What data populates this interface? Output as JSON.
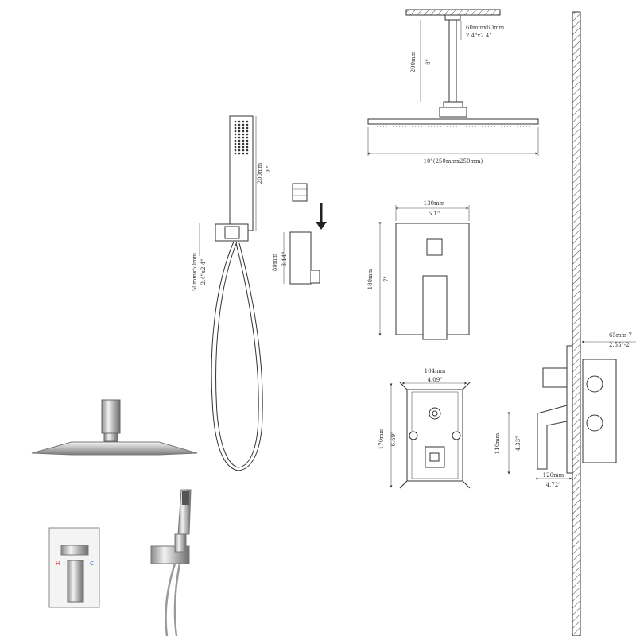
{
  "shower_head": {
    "arm_square": "60mmx60mm",
    "arm_square_in": "2.4\"x2.4\"",
    "arm_length": "200mm",
    "arm_length_in": "8\"",
    "head_size": "10\"(250mmx250mm)"
  },
  "hand_shower": {
    "length": "200mm",
    "length_in": "8\"",
    "bracket": "50mmx50mm",
    "bracket_in": "2.4\"x2.4\""
  },
  "holder": {
    "height": "80mm",
    "height_in": "3.14\""
  },
  "trim_plate": {
    "width": "130mm",
    "width_in": "5.1\"",
    "height": "180mm",
    "height_in": "7\""
  },
  "valve_body": {
    "width": "104mm",
    "width_in": "4.09\"",
    "height": "170mm",
    "height_in": "6.69\""
  },
  "side_view": {
    "depth": "65mm-7",
    "depth_in": "2.55\"-2",
    "height": "110mm",
    "height_in": "4.33\"",
    "width": "120mm",
    "width_in": "4.72\""
  },
  "photo": {
    "hot_mark": "H",
    "cold_mark": "C"
  },
  "colors": {
    "line": "#333333",
    "chrome_dark": "#777777",
    "chrome_light": "#e6e6e6",
    "hot": "#d23c3c",
    "cold": "#3a6fd2"
  }
}
